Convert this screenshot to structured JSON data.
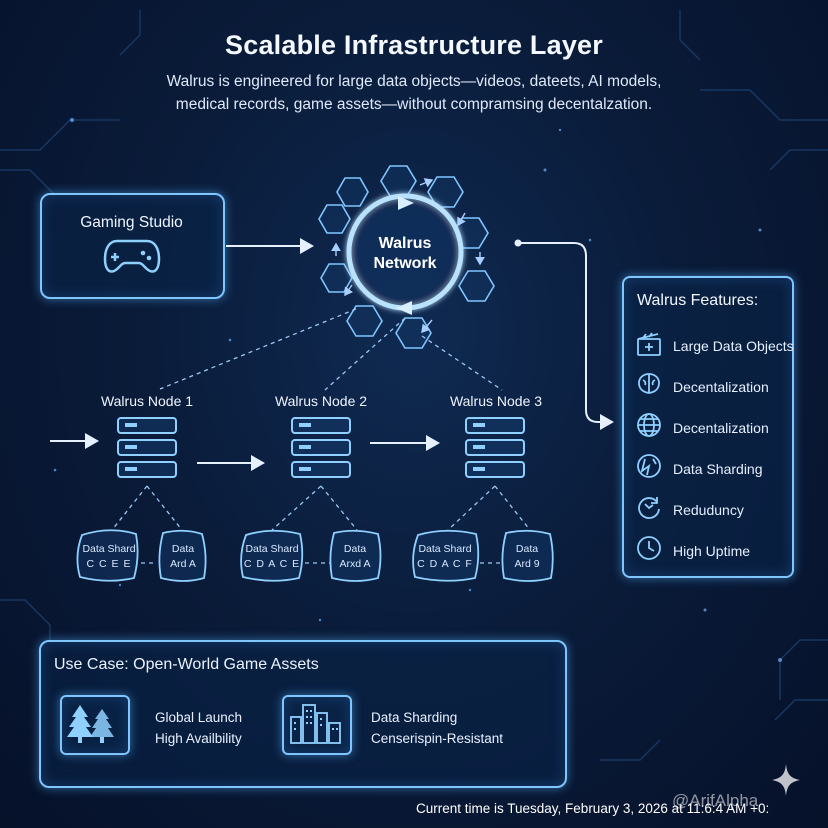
{
  "title": "Scalable Infrastructure Layer",
  "subtitle_lines": [
    "Walrus is engineered for large data objects—videos, dateets, AI models,",
    "medical records, game assets—without compramsing decentalzation."
  ],
  "source": {
    "label": "Gaming Studio",
    "icon": "gamepad-icon"
  },
  "network": {
    "label_line1": "Walrus",
    "label_line2": "Network"
  },
  "nodes": [
    {
      "label": "Walrus Node 1"
    },
    {
      "label": "Walrus Node 2"
    },
    {
      "label": "Walrus Node 3"
    }
  ],
  "shards": [
    {
      "line1": "Data Shard",
      "line2": "C C E E"
    },
    {
      "line1": "Data",
      "line2": "Ard A"
    },
    {
      "line1": "Data Shard",
      "line2": "C D A C E"
    },
    {
      "line1": "Data",
      "line2": "Arxd A"
    },
    {
      "line1": "Data Shard",
      "line2": "C D A C F"
    },
    {
      "line1": "Data",
      "line2": "Ard 9"
    }
  ],
  "features": {
    "title": "Walrus Features:",
    "items": [
      {
        "label": "Large Data Objects",
        "icon": "video-clapper-icon"
      },
      {
        "label": "Decentalization",
        "icon": "brain-icon"
      },
      {
        "label": "Decentalization",
        "icon": "globe-icon"
      },
      {
        "label": "Data Sharding",
        "icon": "shard-icon"
      },
      {
        "label": "Redudu​ncy",
        "icon": "refresh-icon"
      },
      {
        "label": "High Uptime",
        "icon": "clock-icon"
      }
    ]
  },
  "use_case": {
    "title": "Use Case: Open-World Game Assets",
    "items": [
      {
        "icon": "forest-icon",
        "line1": "Global Launch",
        "line2": "High Availbility"
      },
      {
        "icon": "city-icon",
        "line1": "Data Sharding",
        "line2": "Censerispin-Resistant"
      }
    ]
  },
  "footer": "Current time is Tuesday, February 3, 2026 at 11:6:4 AM +0:",
  "watermark": "@ArifAlpha",
  "colors": {
    "accent": "#7fc6ff",
    "background": "#0a1c3a"
  }
}
